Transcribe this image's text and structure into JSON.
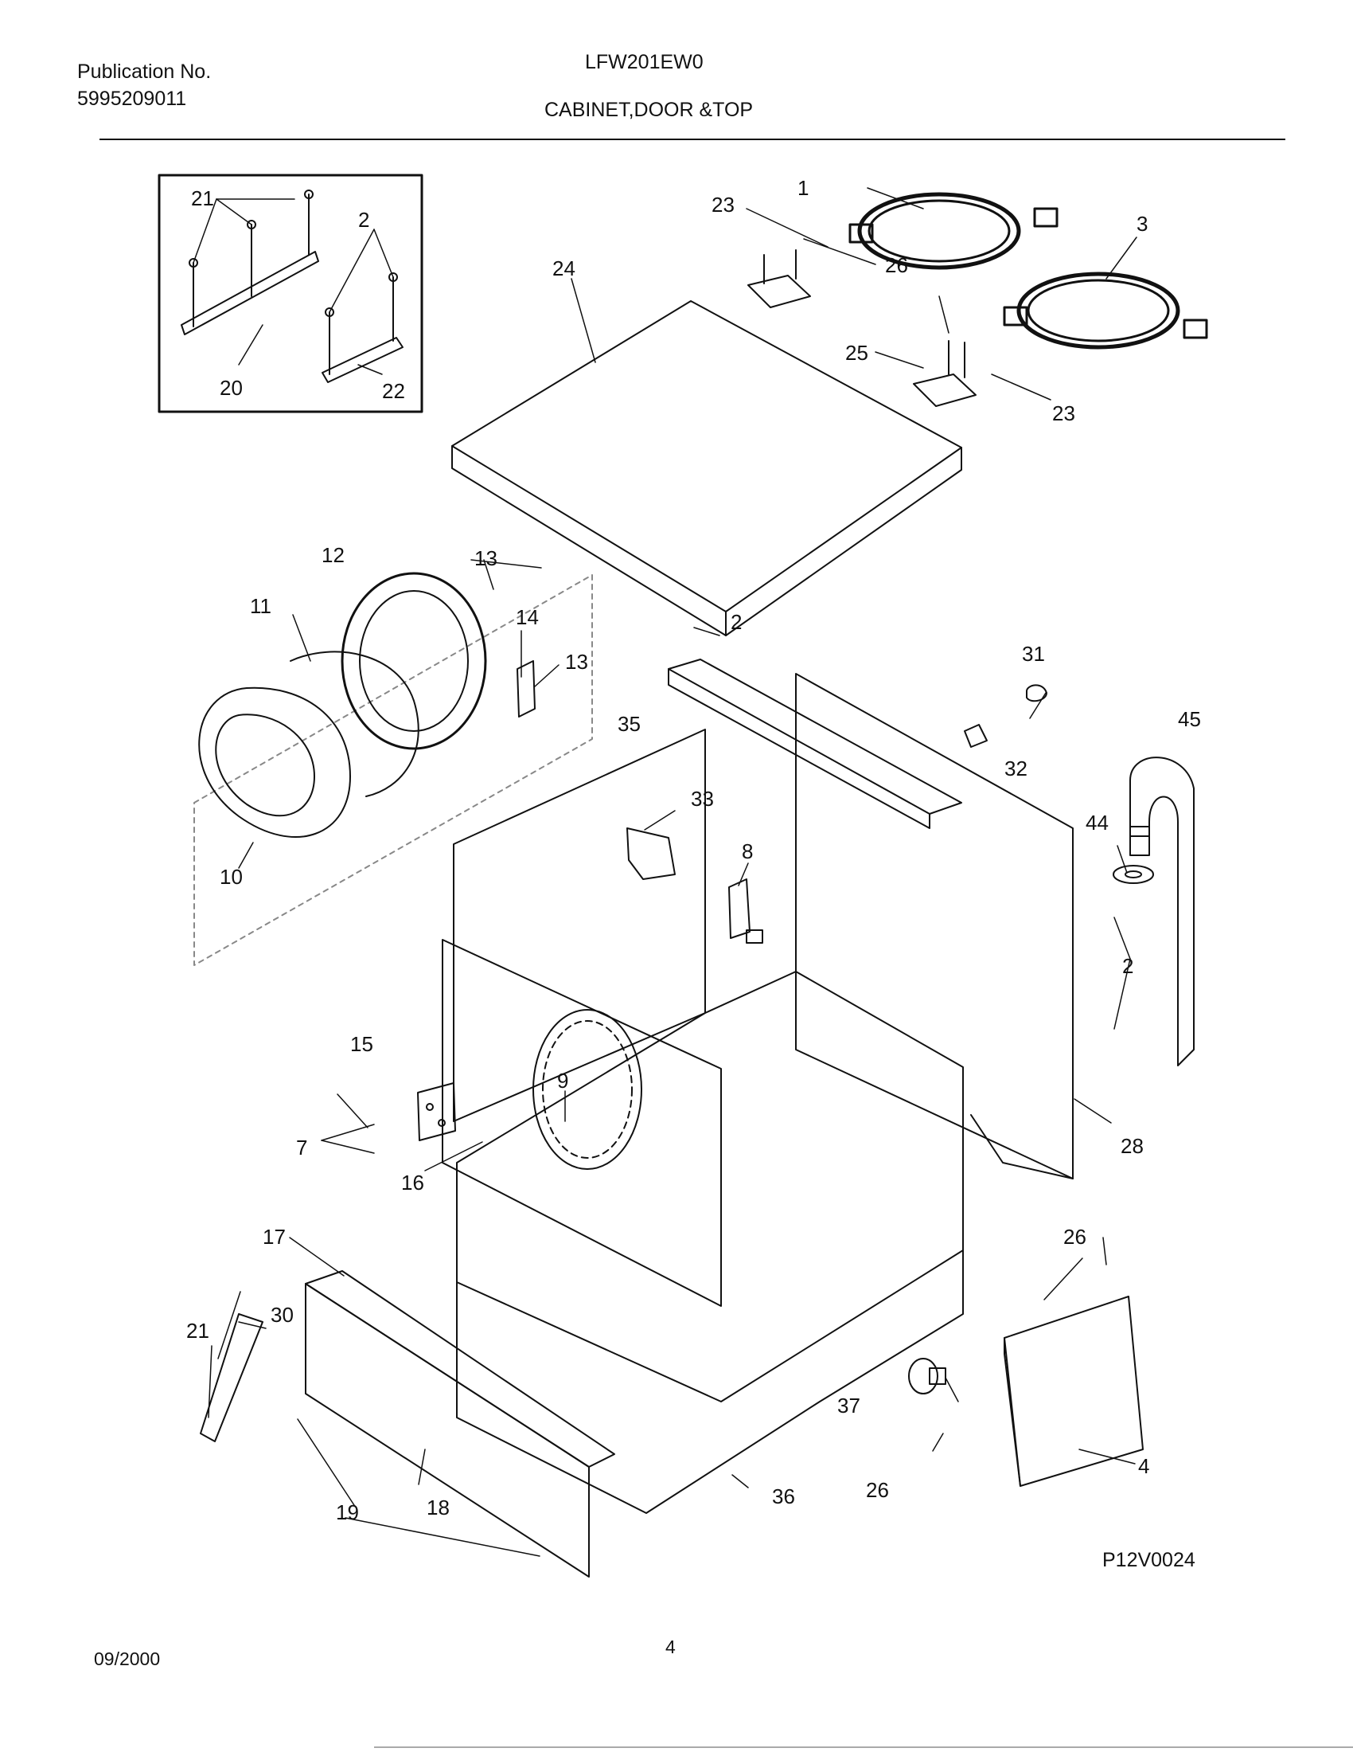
{
  "header": {
    "publication_label": "Publication No.",
    "publication_number": "5995209011",
    "model": "LFW201EW0",
    "section_title": "CABINET,DOOR &TOP"
  },
  "diagram": {
    "figure_code": "P12V0024",
    "callouts": [
      "1",
      "2",
      "3",
      "4",
      "7",
      "8",
      "9",
      "10",
      "11",
      "12",
      "13",
      "14",
      "15",
      "16",
      "17",
      "18",
      "19",
      "20",
      "21",
      "22",
      "23",
      "24",
      "25",
      "26",
      "28",
      "30",
      "31",
      "32",
      "33",
      "35",
      "36",
      "37",
      "44",
      "45"
    ]
  },
  "footer": {
    "date": "09/2000",
    "page": "4"
  }
}
